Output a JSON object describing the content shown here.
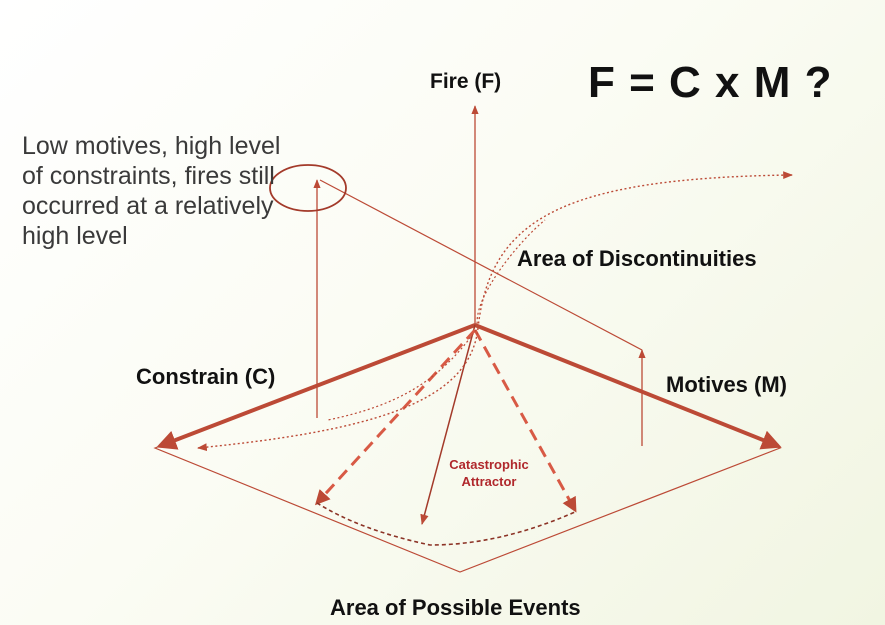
{
  "diagram": {
    "equation": "F = C x M ?",
    "fire_label": "Fire (F)",
    "constrain_label": "Constrain (C)",
    "motives_label": "Motives (M)",
    "discontinuities_label": "Area of Discontinuities",
    "possible_events_label": "Area of Possible Events",
    "catastrophic_label": "Catastrophic Attractor",
    "note_text": "Low motives, high level of constraints, fires still occurred at a relatively high level"
  },
  "colors": {
    "axis": "#bc4a36",
    "axis_dark": "#a33a2a",
    "text": "#111111",
    "note_text": "#3a3a3a",
    "attractor_text": "#b0282c"
  }
}
